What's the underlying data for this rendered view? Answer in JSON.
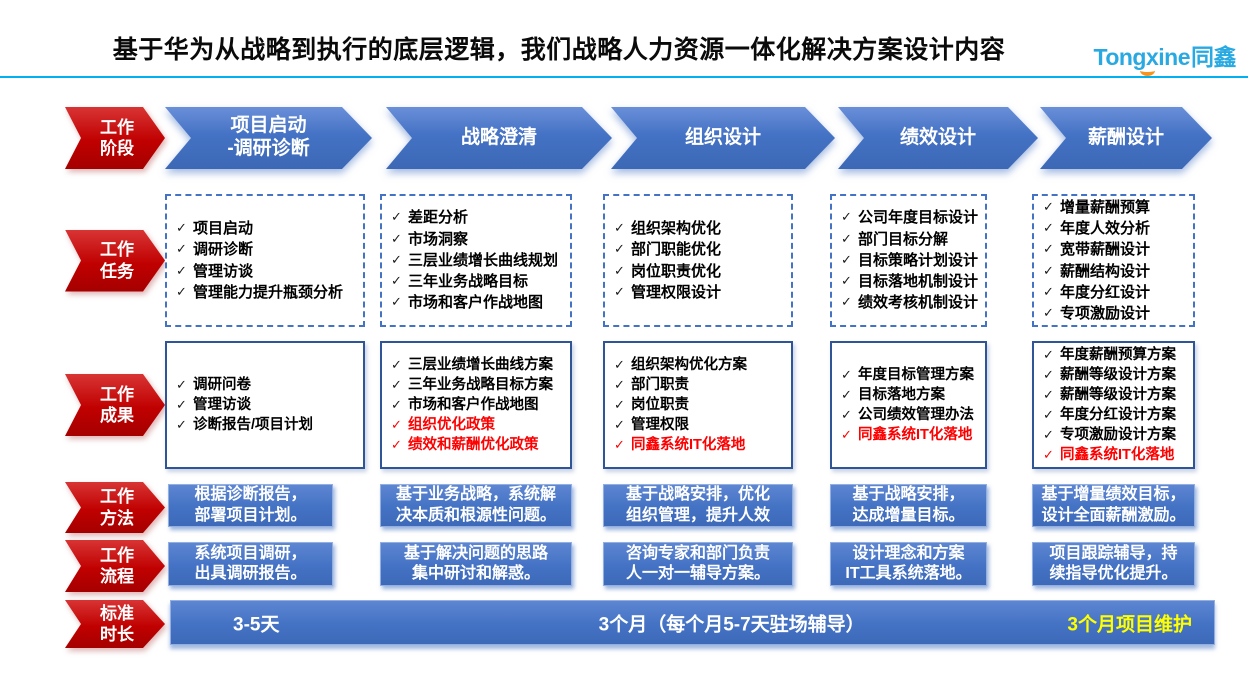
{
  "header": {
    "title": "基于华为从战略到执行的底层逻辑，我们战略人力资源一体化解决方案设计内容",
    "logo_primary": "Tongxine",
    "logo_secondary": "同鑫"
  },
  "colors": {
    "accent_blue": "#4472c4",
    "label_red": "#c00000",
    "highlight_red": "#fe0000",
    "highlight_yellow": "#ffff00",
    "underline_blue": "#00b0f0",
    "logo_blue": "#29a9e1",
    "logo_orange": "#f7941d"
  },
  "row_labels": {
    "stage": "工作\n阶段",
    "tasks": "工作\n任务",
    "results": "工作\n成果",
    "method": "工作\n方法",
    "process": "工作\n流程",
    "duration": "标准\n时长"
  },
  "columns": [
    {
      "stage": "项目启动\n-调研诊断",
      "tasks": [
        "项目启动",
        "调研诊断",
        "管理访谈",
        "管理能力提升瓶颈分析"
      ],
      "results": [
        {
          "text": "调研问卷",
          "red": false
        },
        {
          "text": "管理访谈",
          "red": false
        },
        {
          "text": "诊断报告/项目计划",
          "red": false
        }
      ],
      "method": "根据诊断报告，\n部署项目计划。",
      "process": "系统项目调研，\n出具调研报告。"
    },
    {
      "stage": "战略澄清",
      "tasks": [
        "差距分析",
        "市场洞察",
        "三层业绩增长曲线规划",
        "三年业务战略目标",
        "市场和客户作战地图"
      ],
      "results": [
        {
          "text": "三层业绩增长曲线方案",
          "red": false
        },
        {
          "text": "三年业务战略目标方案",
          "red": false
        },
        {
          "text": "市场和客户作战地图",
          "red": false
        },
        {
          "text": "组织优化政策",
          "red": true
        },
        {
          "text": "绩效和薪酬优化政策",
          "red": true
        }
      ],
      "method": "基于业务战略，系统解\n决本质和根源性问题。",
      "process": "基于解决问题的思路\n集中研讨和解惑。"
    },
    {
      "stage": "组织设计",
      "tasks": [
        "组织架构优化",
        "部门职能优化",
        "岗位职责优化",
        "管理权限设计"
      ],
      "results": [
        {
          "text": "组织架构优化方案",
          "red": false
        },
        {
          "text": "部门职责",
          "red": false
        },
        {
          "text": "岗位职责",
          "red": false
        },
        {
          "text": "管理权限",
          "red": false
        },
        {
          "text": "同鑫系统IT化落地",
          "red": true
        }
      ],
      "method": "基于战略安排，优化\n组织管理，提升人效",
      "process": "咨询专家和部门负责\n人一对一辅导方案。"
    },
    {
      "stage": "绩效设计",
      "tasks": [
        "公司年度目标设计",
        "部门目标分解",
        "目标策略计划设计",
        "目标落地机制设计",
        "绩效考核机制设计"
      ],
      "results": [
        {
          "text": "年度目标管理方案",
          "red": false
        },
        {
          "text": "目标落地方案",
          "red": false
        },
        {
          "text": "公司绩效管理办法",
          "red": false
        },
        {
          "text": "同鑫系统IT化落地",
          "red": true
        }
      ],
      "method": "基于战略安排，\n达成增量目标。",
      "process": "设计理念和方案\nIT工具系统落地。"
    },
    {
      "stage": "薪酬设计",
      "tasks": [
        "增量薪酬预算",
        "年度人效分析",
        "宽带薪酬设计",
        "薪酬结构设计",
        "年度分红设计",
        "专项激励设计"
      ],
      "results": [
        {
          "text": "年度薪酬预算方案",
          "red": false
        },
        {
          "text": "薪酬等级设计方案",
          "red": false
        },
        {
          "text": "薪酬等级设计方案",
          "red": false
        },
        {
          "text": "年度分红设计方案",
          "red": false
        },
        {
          "text": "专项激励设计方案",
          "red": false
        },
        {
          "text": "同鑫系统IT化落地",
          "red": true
        }
      ],
      "method": "基于增量绩效目标，\n设计全面薪酬激励。",
      "process": "项目跟踪辅导，持\n续指导优化提升。"
    }
  ],
  "duration": {
    "left": "3-5天",
    "middle": "3个月（每个月5-7天驻场辅导）",
    "right": "3个月项目维护"
  }
}
